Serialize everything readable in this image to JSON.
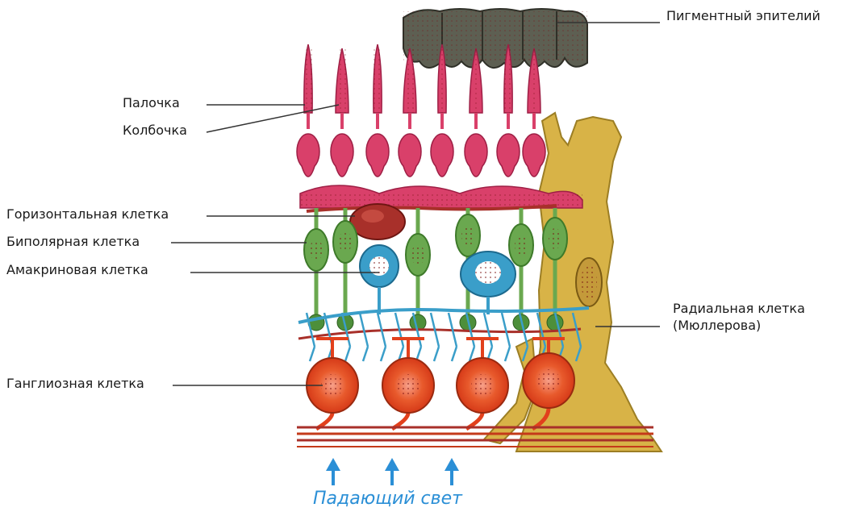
{
  "labels": {
    "pigment_epithelium": "Пигментный эпителий",
    "rod": "Палочка",
    "cone": "Колбочка",
    "horizontal_cell": "Горизонтальная клетка",
    "bipolar_cell": "Биполярная клетка",
    "amacrine_cell": "Амакриновая клетка",
    "radial_cell_line1": "Радиальная клетка",
    "radial_cell_line2": "(Мюллерова)",
    "ganglion_cell": "Ганглиозная клетка",
    "incident_light": "Падающий свет"
  },
  "colors": {
    "photoreceptor": "#d9406a",
    "photoreceptor_dark": "#9e1f45",
    "pigment": "#5d5f52",
    "horizontal": "#a8302a",
    "bipolar": "#6aa84f",
    "amacrine": "#3a9ec9",
    "ganglion": "#e2401c",
    "muller": "#d8b347",
    "light_arrow": "#2b8fd6",
    "leader_line": "#333333"
  }
}
